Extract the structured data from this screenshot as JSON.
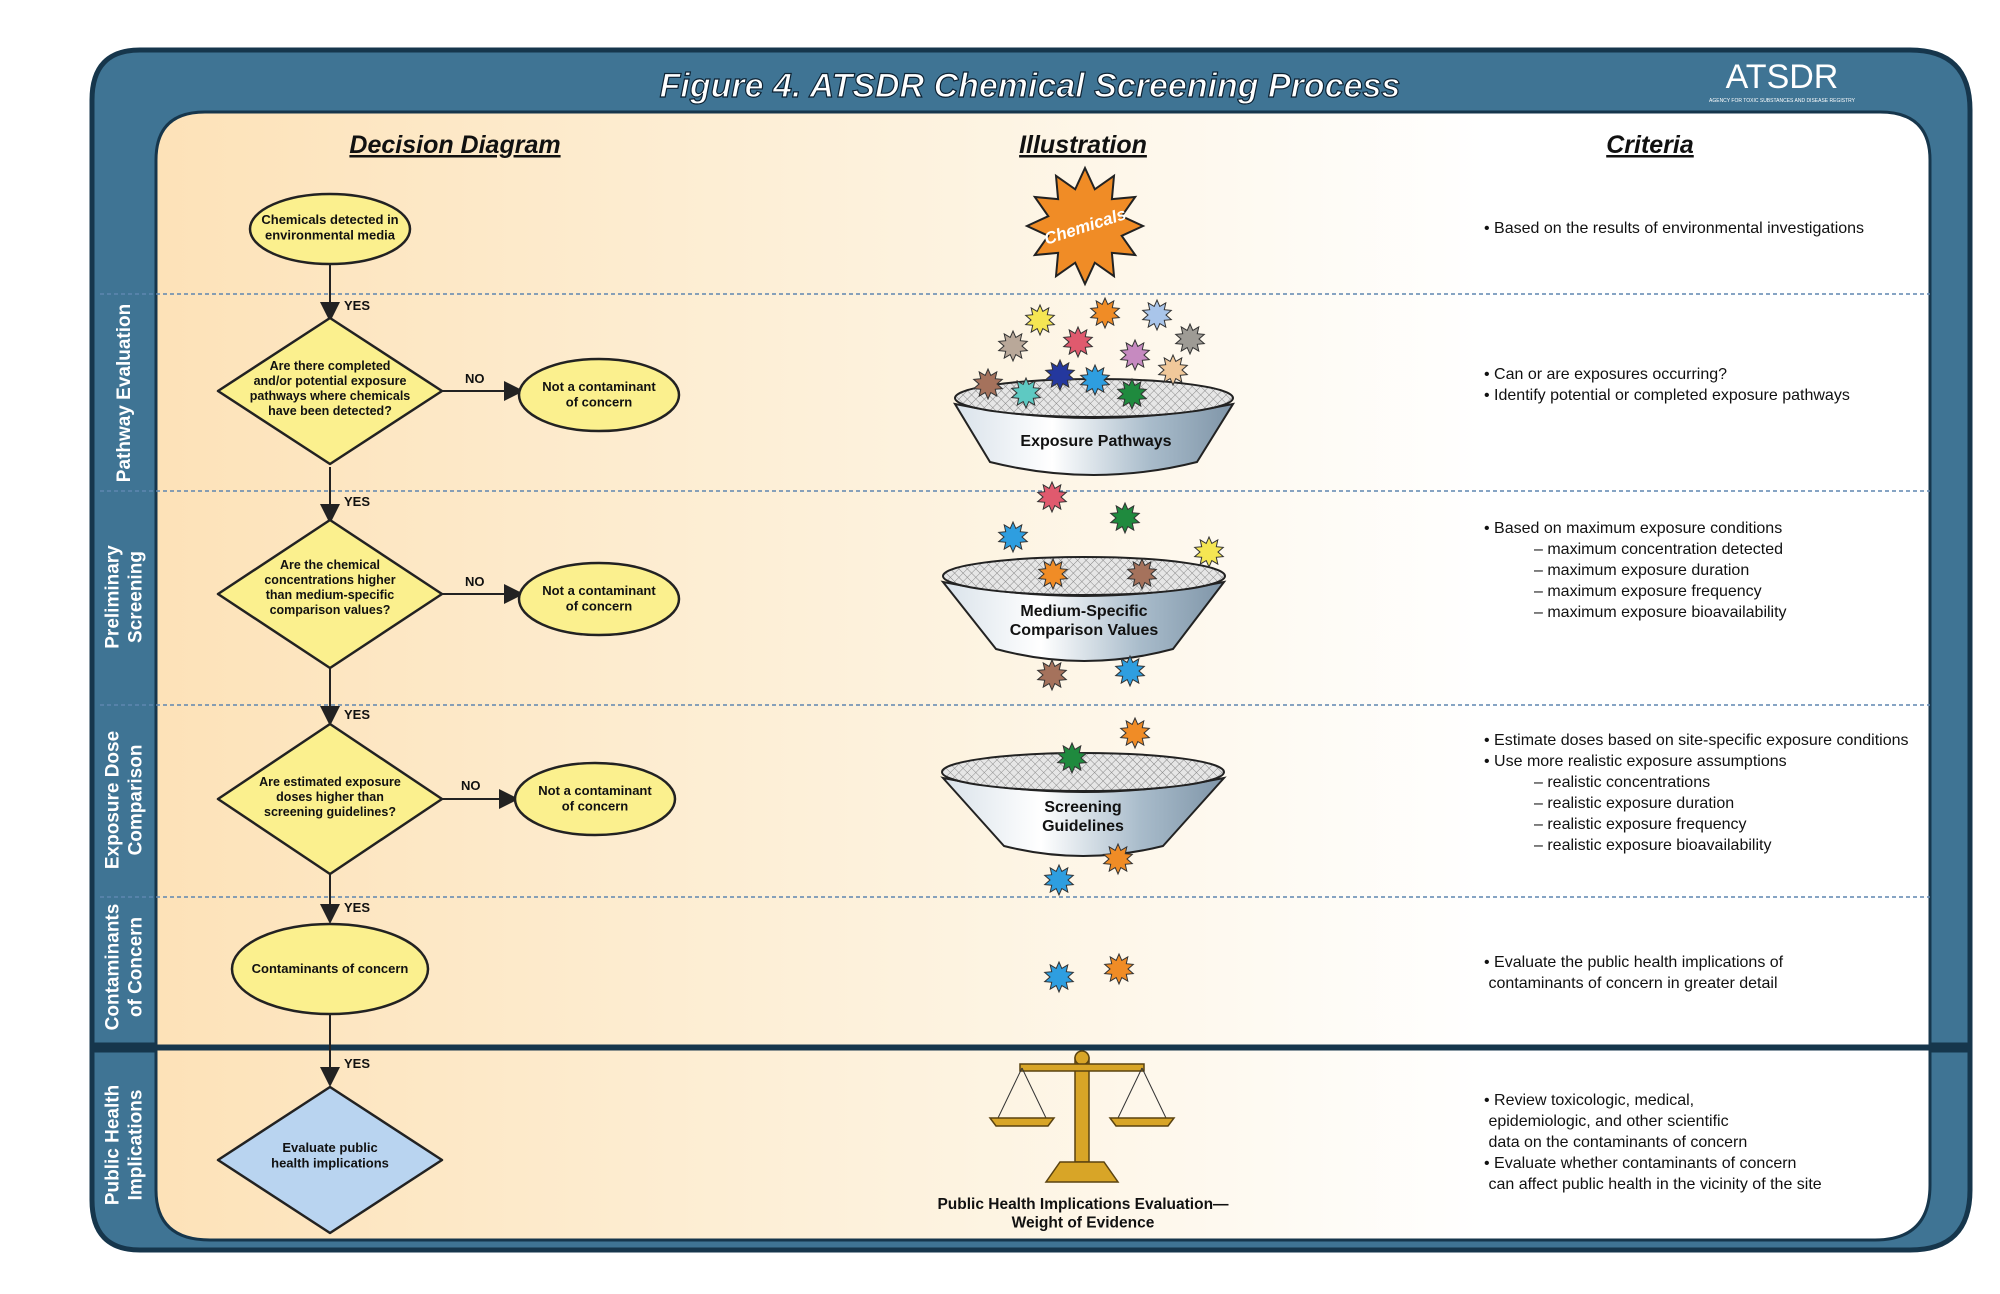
{
  "title": "Figure 4. ATSDR Chemical Screening Process",
  "logo": {
    "name": "ATSDR",
    "subtitle": "AGENCY FOR TOXIC SUBSTANCES AND DISEASE REGISTRY"
  },
  "column_headers": {
    "decision": "Decision Diagram",
    "illustration": "Illustration",
    "criteria": "Criteria"
  },
  "side_labels": {
    "pathway": [
      "Pathway Evaluation"
    ],
    "preliminary": [
      "Preliminary",
      "Screening"
    ],
    "exposure": [
      "Exposure Dose",
      "Comparison"
    ],
    "contaminants": [
      "Contaminants",
      "of Concern"
    ],
    "public": [
      "Public Health",
      "Implications"
    ]
  },
  "nodes": {
    "start": [
      "Chemicals detected in",
      "environmental media"
    ],
    "q1": [
      "Are there completed",
      "and/or potential exposure",
      "pathways where chemicals",
      "have been detected?"
    ],
    "q2": [
      "Are the chemical",
      "concentrations higher",
      "than medium-specific",
      "comparison values?"
    ],
    "q3": [
      "Are estimated exposure",
      "doses higher than",
      "screening guidelines?"
    ],
    "not_contaminant": [
      "Not a contaminant",
      "of concern"
    ],
    "coc": [
      "Contaminants of concern"
    ],
    "evaluate": [
      "Evaluate public",
      "health implications"
    ]
  },
  "edge_labels": {
    "yes": "YES",
    "no": "NO"
  },
  "illustration": {
    "chemicals_badge": "Chemicals",
    "funnel1": [
      "Exposure Pathways"
    ],
    "funnel2": [
      "Medium-Specific",
      "Comparison Values"
    ],
    "funnel3": [
      "Screening",
      "Guidelines"
    ],
    "scale_caption": [
      "Public Health Implications Evaluation—",
      "Weight of Evidence"
    ]
  },
  "criteria": {
    "row0": [
      {
        "text": "• Based on the results of environmental investigations",
        "indent": false
      }
    ],
    "row1": [
      {
        "text": "• Can or are exposures occurring?",
        "indent": false
      },
      {
        "text": "• Identify potential or completed exposure pathways",
        "indent": false
      }
    ],
    "row2": [
      {
        "text": "• Based on maximum exposure conditions",
        "indent": false
      },
      {
        "text": "– maximum concentration detected",
        "indent": true
      },
      {
        "text": "– maximum exposure duration",
        "indent": true
      },
      {
        "text": "– maximum exposure frequency",
        "indent": true
      },
      {
        "text": "– maximum exposure bioavailability",
        "indent": true
      }
    ],
    "row3": [
      {
        "text": "• Estimate doses based on site-specific exposure conditions",
        "indent": false
      },
      {
        "text": "• Use more realistic exposure assumptions",
        "indent": false
      },
      {
        "text": "– realistic concentrations",
        "indent": true
      },
      {
        "text": "– realistic exposure duration",
        "indent": true
      },
      {
        "text": "– realistic exposure frequency",
        "indent": true
      },
      {
        "text": "– realistic exposure bioavailability",
        "indent": true
      }
    ],
    "row4": [
      {
        "text": "• Evaluate the public health implications of",
        "indent": false
      },
      {
        "text": "  contaminants of concern in greater detail",
        "indent": false
      }
    ],
    "row5": [
      {
        "text": "• Review toxicologic, medical,",
        "indent": false
      },
      {
        "text": "  epidemiologic, and other scientific",
        "indent": false
      },
      {
        "text": "  data on the contaminants of concern",
        "indent": false
      },
      {
        "text": "• Evaluate whether contaminants of concern",
        "indent": false
      },
      {
        "text": "  can affect public health in the vicinity of the site",
        "indent": false
      }
    ]
  },
  "colors": {
    "frame": "#3f7494",
    "frame_dark": "#16364c",
    "node_yellow": "#fbf08e",
    "node_blue": "#b9d4f0",
    "panel_left": "#fde4bf",
    "panel_right": "#ffffff",
    "divider": "#5f86b0",
    "starburst_orange": "#f08c26"
  }
}
